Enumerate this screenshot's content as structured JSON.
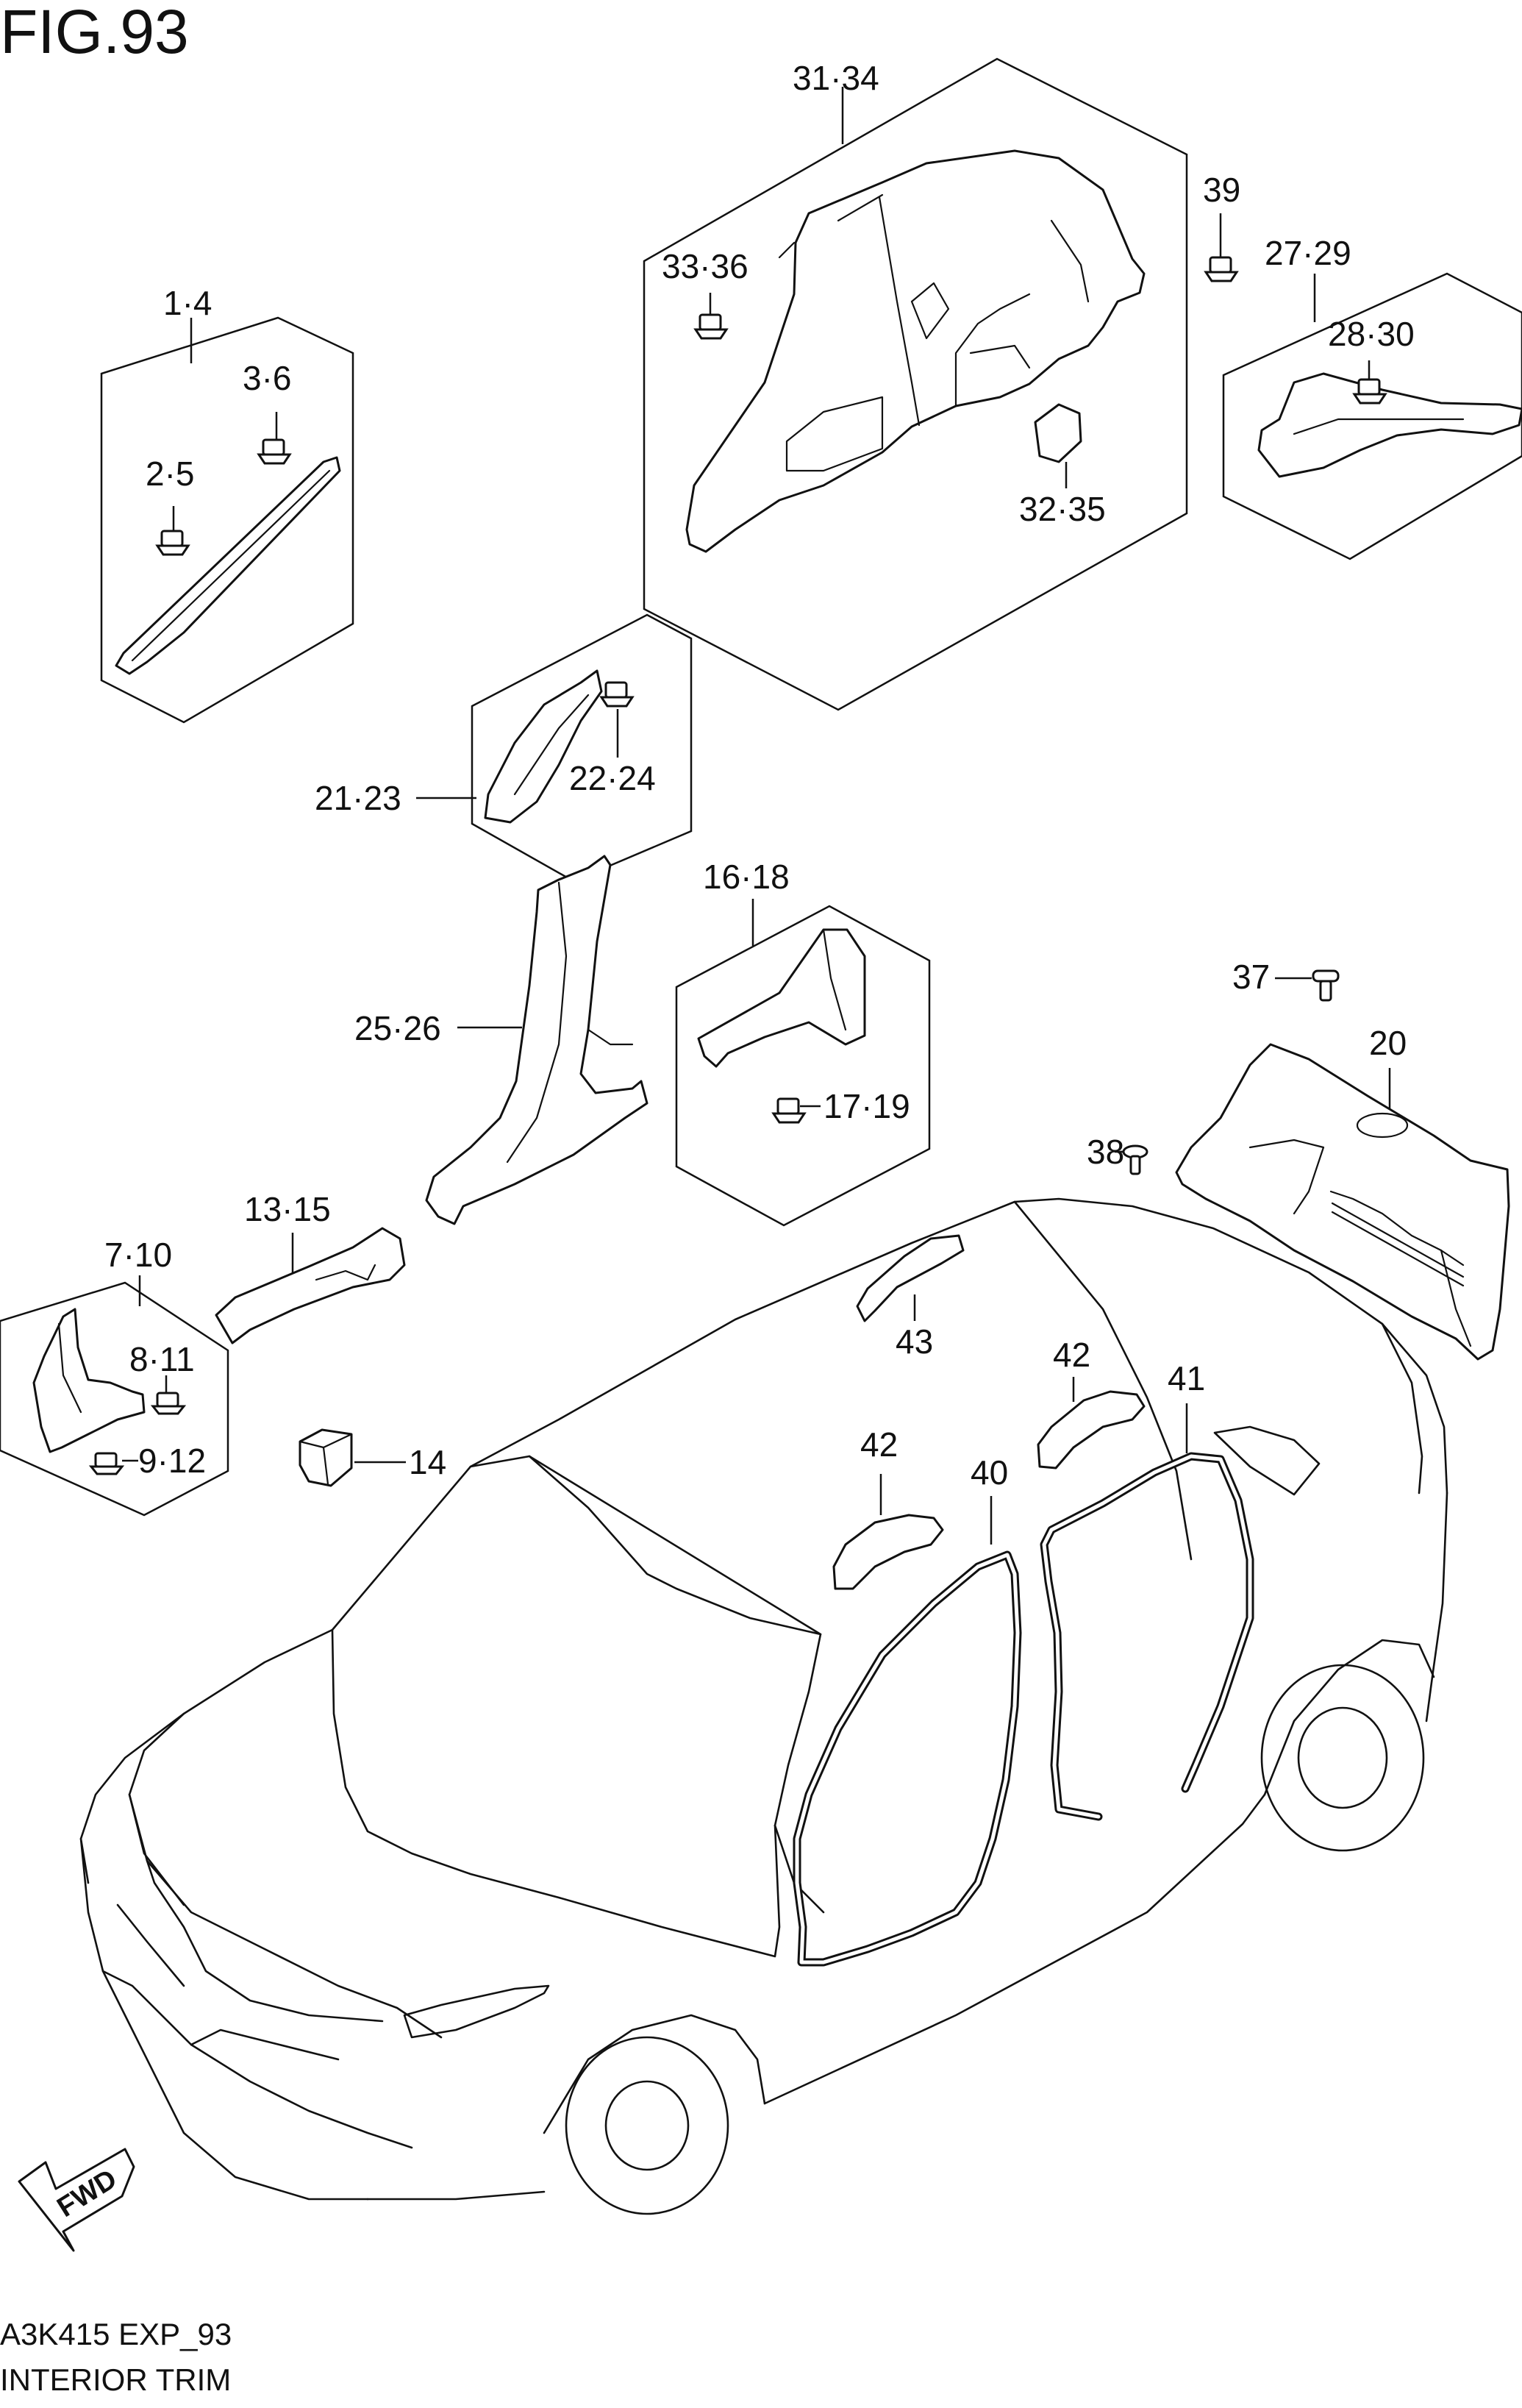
{
  "figure": {
    "title": "FIG.93",
    "code": "A3K415 EXP_93",
    "name": "INTERIOR TRIM",
    "fwd_label": "FWD"
  },
  "callouts": {
    "c_1_4": "1·4",
    "c_3_6": "3·6",
    "c_2_5": "2·5",
    "c_31_34": "31·34",
    "c_33_36": "33·36",
    "c_32_35": "32·35",
    "c_39": "39",
    "c_27_29": "27·29",
    "c_28_30": "28·30",
    "c_21_23": "21·23",
    "c_22_24": "22·24",
    "c_25_26": "25·26",
    "c_16_18": "16·18",
    "c_17_19": "17·19",
    "c_37": "37",
    "c_20": "20",
    "c_38": "38",
    "c_13_15": "13·15",
    "c_7_10": "7·10",
    "c_8_11": "8·11",
    "c_9_12": "9·12",
    "c_14": "14",
    "c_43": "43",
    "c_42a": "42",
    "c_42b": "42",
    "c_41": "41",
    "c_40": "40"
  }
}
